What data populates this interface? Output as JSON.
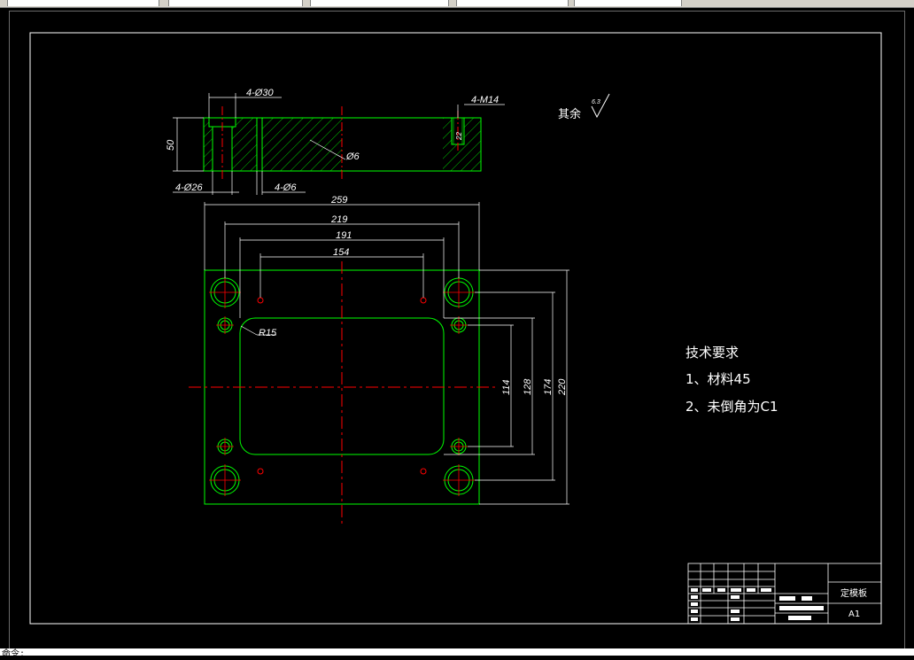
{
  "dimensions": {
    "top_hole_cbore": "4-Ø30",
    "thread": "4-M14",
    "thickness": "50",
    "hole_d6": "Ø6",
    "hole_26": "4-Ø26",
    "hole_4d6": "4-Ø6",
    "w259": "259",
    "w219": "219",
    "w191": "191",
    "w154": "154",
    "radius": "R15",
    "h114": "114",
    "h128": "128",
    "h174": "174",
    "h220": "220",
    "depth22": "22"
  },
  "surface_note": {
    "text": "其余",
    "roughness": "6.3"
  },
  "tech_requirements": {
    "title": "技术要求",
    "item1": "1、材料45",
    "item2": "2、未倒角为C1"
  },
  "title_block": {
    "part_name": "定模板",
    "sheet_size": "A1"
  },
  "command_line": "命令:",
  "colors": {
    "outline": "#00ff00",
    "centerline": "#ff0000",
    "dimension": "#ffffff",
    "hatch": "#00ff00",
    "background": "#000000"
  }
}
